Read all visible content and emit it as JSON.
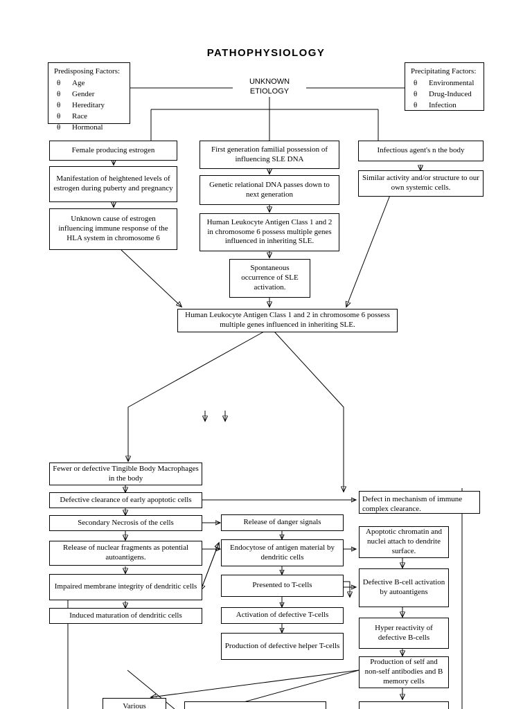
{
  "document": {
    "title": "PATHOPHYSIOLOGY",
    "center_label_line1": "UNKNOWN",
    "center_label_line2": "ETIOLOGY"
  },
  "predisposing": {
    "heading": "Predisposing Factors:",
    "bullet_glyph": "θ",
    "items": [
      "Age",
      "Gender",
      "Hereditary",
      "Race",
      "Hormonal"
    ]
  },
  "precipitating": {
    "heading": "Precipitating Factors:",
    "bullet_glyph": "θ",
    "items": [
      "Environmental",
      "Drug-Induced",
      "Infection"
    ]
  },
  "nodes": {
    "female_estrogen": "Female producing estrogen",
    "manifestation": "Manifestation of heightened levels of estrogen during puberty and pregnancy",
    "unknown_cause": "Unknown cause of estrogen influencing immune response of the HLA system in chromosome 6",
    "first_generation": "First generation familial possession of influencing SLE DNA",
    "genetic_relational": "Genetic relational DNA passes down to next generation",
    "hla_upper": "Human Leukocyte Antigen Class 1 and 2 in chromosome 6 possess multiple genes influenced in inheriting SLE.",
    "spontaneous": "Spontaneous occurrence of SLE activation.",
    "infectious_agent": "Infectious agent's n the body",
    "similar_activity": "Similar activity and/or structure to our own systemic cells.",
    "hla_center": "Human Leukocyte Antigen Class 1 and 2 in chromosome 6 possess multiple genes influenced in inheriting SLE.",
    "fewer_macrophages": "Fewer or defective Tingible Body Macrophages in the body",
    "defective_clearance": "Defective clearance of early apoptotic cells",
    "secondary_necrosis": "Secondary Necrosis of the cells",
    "release_nuclear": "Release of nuclear fragments as potential autoantigens.",
    "impaired_membrane": "Impaired membrane integrity of dendritic cells",
    "induced_maturation": "Induced maturation of dendritic cells",
    "release_danger": "Release of danger signals",
    "endocytose": "Endocytose of antigen material by dendritic cells",
    "presented_tcells": "Presented to T-cells",
    "activation_tcells": "Activation of defective T-cells",
    "production_helper": "Production of defective helper T-cells",
    "defect_mechanism": "Defect in mechanism of immune complex clearance.",
    "apoptotic_chromatin": "Apoptotic chromatin and nuclei attach to dendrite surface.",
    "defective_bcell": "Defective B-cell activation by autoantigens",
    "hyper_reactivity": "Hyper reactivity of defective B-cells",
    "production_antibodies": "Production of self and non-self antibodies and B memory cells",
    "various_partial": "Various"
  },
  "colors": {
    "background": "#ffffff",
    "stroke": "#000000",
    "light_stroke": "#555555",
    "text": "#000000"
  }
}
